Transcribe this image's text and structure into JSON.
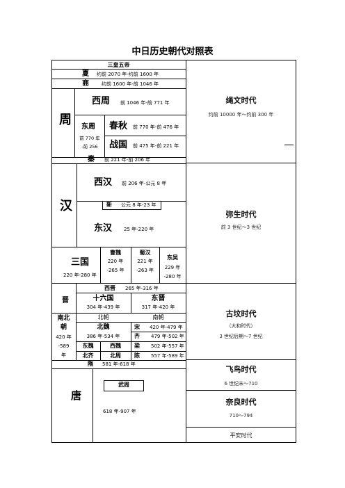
{
  "title": "中日历史朝代对照表",
  "china": {
    "sanhuang": "三皇五帝",
    "xia": {
      "name": "夏",
      "years": "约前 2070 年-约前 1600 年"
    },
    "shang": {
      "name": "商",
      "years": "约前 1600 年-前 1046 年"
    },
    "zhou": {
      "name": "周",
      "xizhou": {
        "name": "西周",
        "years": "前 1046 年-前 771 年"
      },
      "dongzhou": {
        "name": "东周",
        "years_line1": "前 770 年",
        "years_line2": "-前 256"
      },
      "chunqiu": {
        "name": "春秋",
        "years": "前 770 年-前 476 年"
      },
      "zhanguo": {
        "name": "战国",
        "years": "前 475 年-前 221 年"
      }
    },
    "qin": {
      "name": "秦",
      "years": "前 221 年-前 206 年"
    },
    "han": {
      "name": "汉",
      "xihan": {
        "name": "西汉",
        "years": "前 206 年-公元 8 年"
      },
      "xin": {
        "name": "新",
        "years": "公元 8 年-23 年"
      },
      "donghan": {
        "name": "东汉",
        "years": "25 年-220 年"
      }
    },
    "sanguo": {
      "name": "三国",
      "years": "220 年-280 年",
      "caowei": {
        "name": "曹魏",
        "line1": "220 年",
        "line2": "-265 年"
      },
      "shuhan": {
        "name": "蜀汉",
        "line1": "221 年",
        "line2": "-263 年"
      },
      "dongwu": {
        "name": "东吴",
        "line1": "229 年",
        "line2": "-280 年"
      }
    },
    "jin": {
      "name": "晋",
      "xijin": {
        "name": "西晋",
        "years": "265 年-316 年"
      },
      "shiliuguo": {
        "name": "十六国",
        "years": "304 年-439 年"
      },
      "dongjin": {
        "name": "东晋",
        "years": "317 年-420 年"
      }
    },
    "nanbeichao": {
      "name_line1": "南北",
      "name_line2": "朝",
      "years_line1": "420 年",
      "years_line2": "-589",
      "years_line3": "年",
      "beichao": "北朝",
      "nanchao": "南朝",
      "beiwei": {
        "name": "北魏",
        "years": "386 年-534 年"
      },
      "dongwei": "东魏",
      "xiwei": "西魏",
      "beiqi": "北齐",
      "beizhou": "北周",
      "song": {
        "name": "宋",
        "years": "420 年-479 年"
      },
      "qi": {
        "name": "齐",
        "years": "479 年-502 年"
      },
      "liang": {
        "name": "梁",
        "years": "502 年-557 年"
      },
      "chen": {
        "name": "陈",
        "years": "557 年-589 年"
      }
    },
    "sui": {
      "name": "隋",
      "years": "581 年-618 年"
    },
    "tang": {
      "name": "唐",
      "wuzhou": "武周",
      "years": "618 年-907 年"
    }
  },
  "japan": {
    "jomon": {
      "name": "绳文时代",
      "years": "约前 10000 年～约前 300 年"
    },
    "yayoi": {
      "name": "弥生时代",
      "years": "前 3 世纪～3 世纪"
    },
    "kofun": {
      "name": "古坟时代",
      "sub": "（大和时代）",
      "years": "3 世纪后期～7 世纪"
    },
    "asuka": {
      "name": "飞鸟时代",
      "years": "6 世纪末～710"
    },
    "nara": {
      "name": "奈良时代",
      "years": "710～794"
    },
    "heian": {
      "name": "平安时代"
    }
  }
}
